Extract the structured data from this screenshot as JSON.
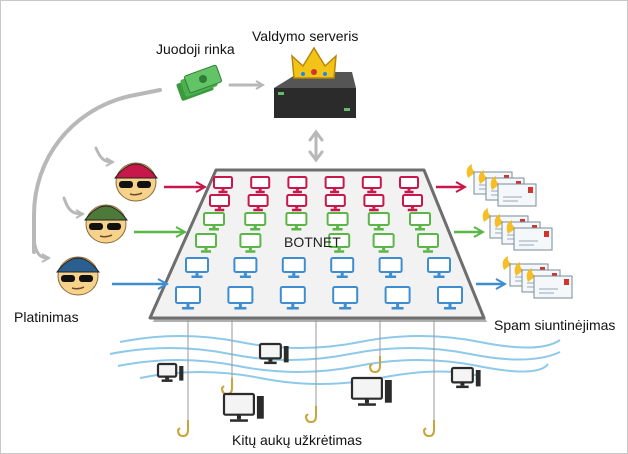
{
  "labels": {
    "black_market": "Juodoji rinka",
    "control_server": "Valdymo serveris",
    "botnet": "BOTNET",
    "distribution": "Platinimas",
    "spam_sending": "Spam siuntinėjimas",
    "other_victims_infection": "Kitų aukų užkrėtimas"
  },
  "colors": {
    "red_row": "#c8174b",
    "green_row": "#5ab646",
    "blue_row": "#3f8dd1",
    "platform": "#f2f2f2",
    "platform_border": "#6e6e6e",
    "gray_arrow": "#b8b8b8",
    "water": "#8ec9ea",
    "money": "#4caf50",
    "crown": "#f2c417"
  },
  "icons": {
    "money": "money-stack-icon",
    "server": "server-icon",
    "crown": "crown-icon",
    "hacker": "hacker-head-icon",
    "envelope": "email-envelope-icon",
    "monitor": "computer-monitor-icon",
    "hook": "fishing-hook-icon"
  }
}
